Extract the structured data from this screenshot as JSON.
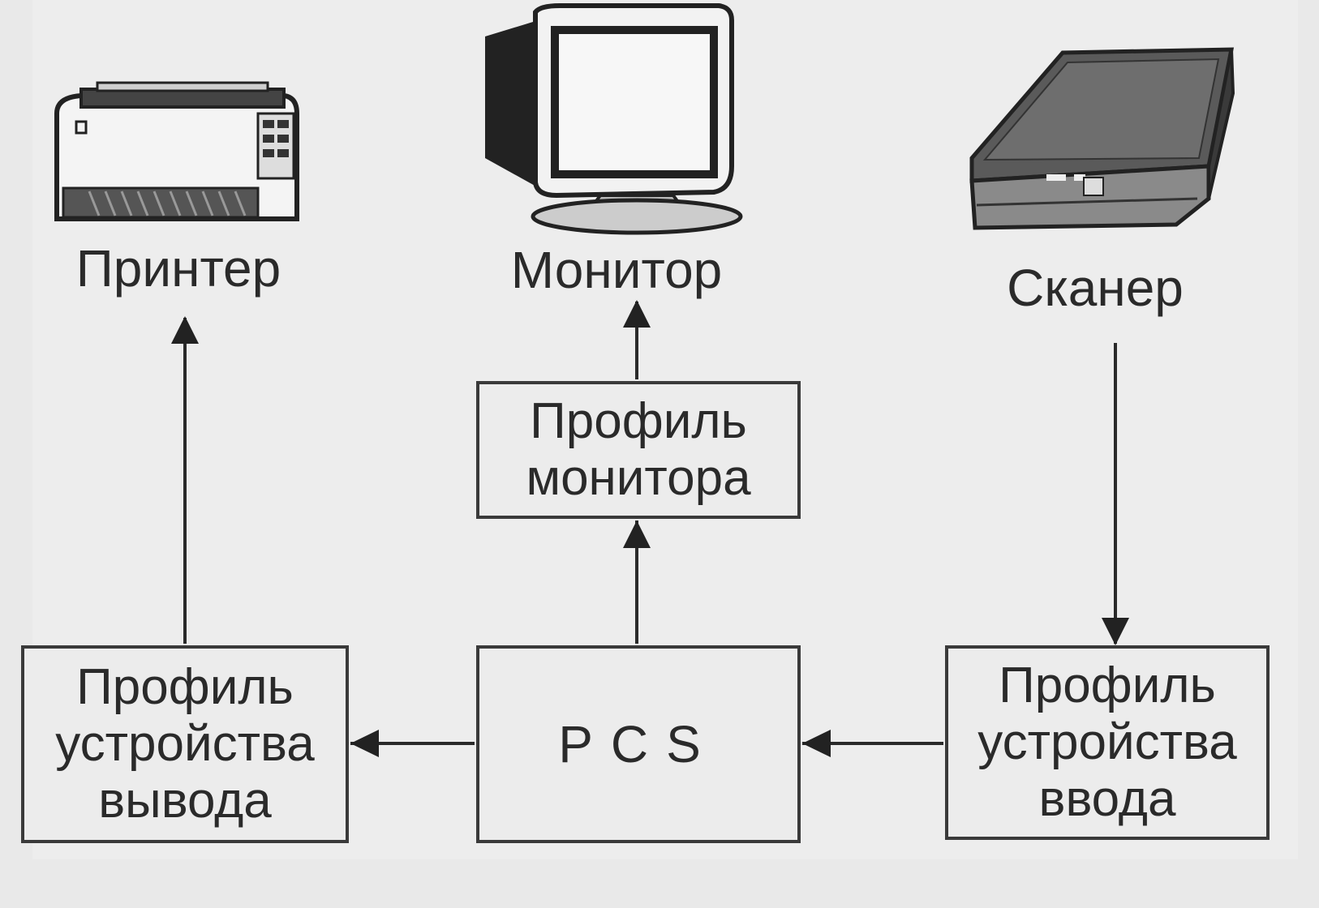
{
  "devices": {
    "printer": {
      "label": "Принтер",
      "icon": "printer-icon"
    },
    "monitor": {
      "label": "Монитор",
      "icon": "monitor-icon"
    },
    "scanner": {
      "label": "Сканер",
      "icon": "scanner-icon"
    }
  },
  "boxes": {
    "output_profile": "Профиль\nустройства\nвывода",
    "monitor_profile": "Профиль\nмонитора",
    "pcs": "PCS",
    "input_profile": "Профиль\nустройства\nввода"
  },
  "flows": [
    {
      "from": "scanner",
      "to": "input_profile"
    },
    {
      "from": "input_profile",
      "to": "pcs"
    },
    {
      "from": "pcs",
      "to": "monitor_profile"
    },
    {
      "from": "monitor_profile",
      "to": "monitor"
    },
    {
      "from": "pcs",
      "to": "output_profile"
    },
    {
      "from": "output_profile",
      "to": "printer"
    }
  ],
  "colors": {
    "ink": "#2a2a2a",
    "paper": "#ededed",
    "background": "#e9e9e9"
  }
}
